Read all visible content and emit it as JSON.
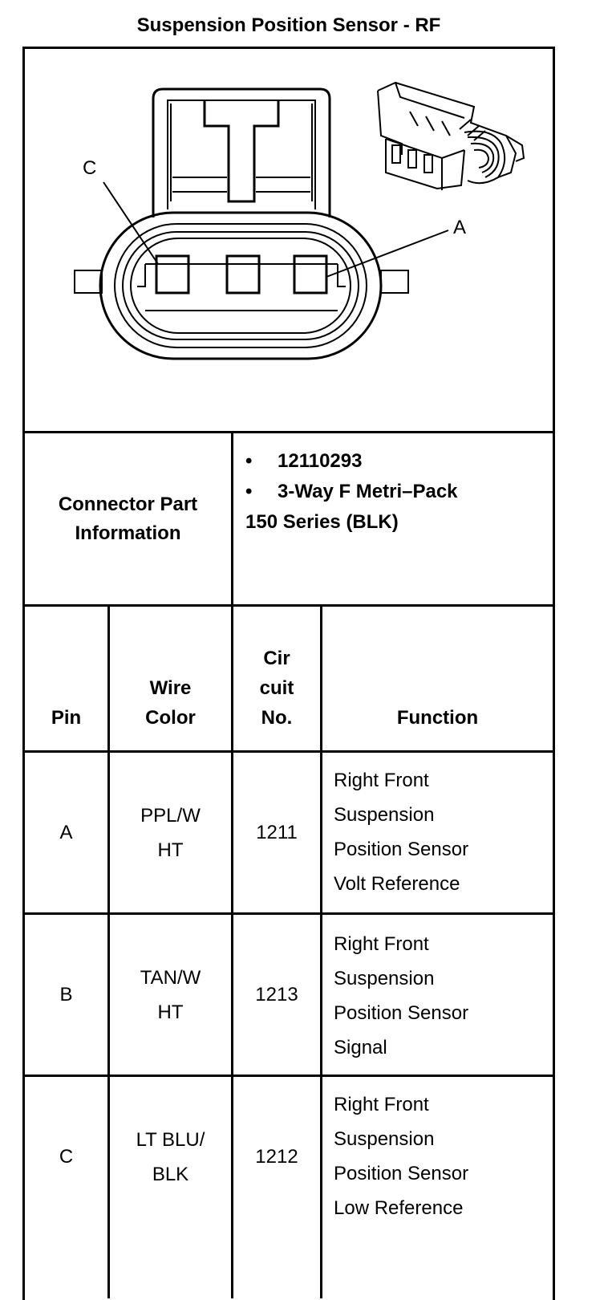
{
  "title": "Suspension Position Sensor - RF",
  "diagram": {
    "callout_c": "C",
    "callout_a": "A",
    "connector_icon": "3-pin-connector-face-icon",
    "perspective_icon": "connector-perspective-icon"
  },
  "connector_info": {
    "label_line1": "Connector Part",
    "label_line2": "Information",
    "bullet": "•",
    "part_number": "12110293",
    "description_line1": "3-Way F Metri–Pack",
    "description_line2": "150 Series (BLK)"
  },
  "table": {
    "headers": {
      "pin": "Pin",
      "wire_color_line1": "Wire",
      "wire_color_line2": "Color",
      "circuit_line1": "Cir",
      "circuit_line2": "cuit",
      "circuit_line3": "No.",
      "function": "Function"
    },
    "rows": [
      {
        "pin": "A",
        "wire_line1": "PPL/W",
        "wire_line2": "HT",
        "circuit": "1211",
        "function": [
          "Right Front",
          "Suspension",
          "Position Sensor",
          "Volt Reference"
        ]
      },
      {
        "pin": "B",
        "wire_line1": "TAN/W",
        "wire_line2": "HT",
        "circuit": "1213",
        "function": [
          "Right Front",
          "Suspension",
          "Position Sensor",
          "Signal"
        ]
      },
      {
        "pin": "C",
        "wire_line1": "LT BLU/",
        "wire_line2": "BLK",
        "circuit": "1212",
        "function": [
          "Right Front",
          "Suspension",
          "Position Sensor",
          "Low Reference"
        ]
      }
    ]
  }
}
